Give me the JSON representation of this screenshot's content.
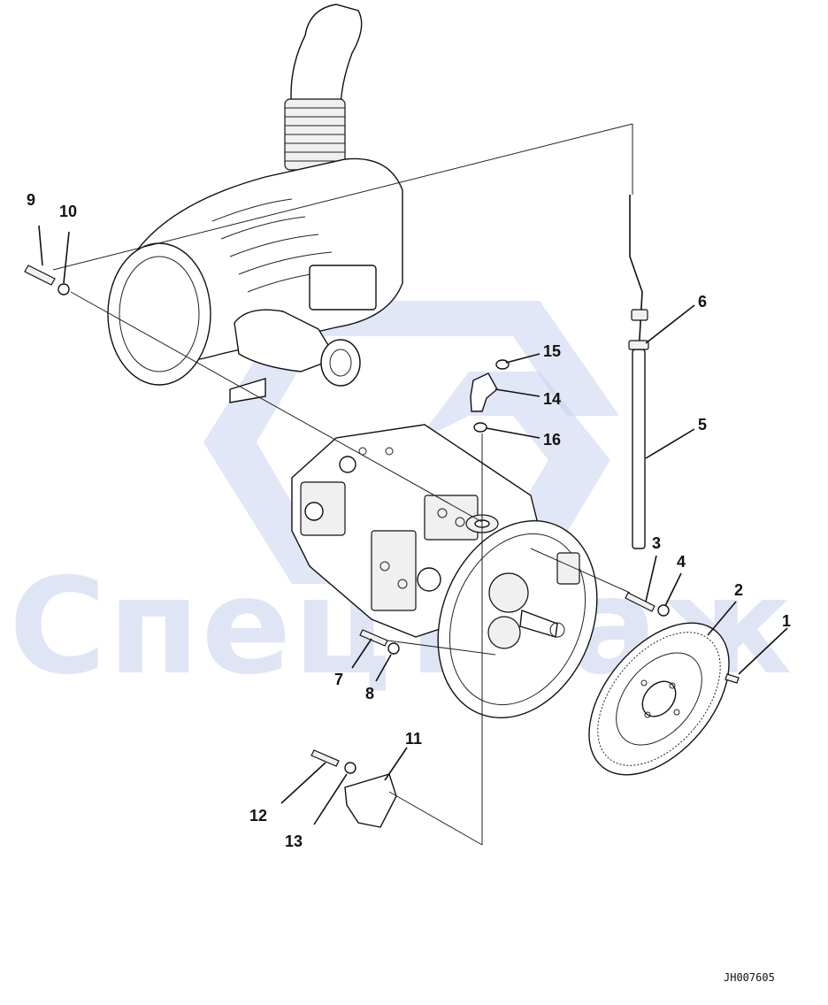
{
  "watermark": {
    "text": "Спецтраж",
    "color": "#b9c7ea"
  },
  "document_id": "JH007605",
  "callouts": [
    {
      "id": "c1",
      "label": "1"
    },
    {
      "id": "c2",
      "label": "2"
    },
    {
      "id": "c3",
      "label": "3"
    },
    {
      "id": "c4",
      "label": "4"
    },
    {
      "id": "c5",
      "label": "5"
    },
    {
      "id": "c6",
      "label": "6"
    },
    {
      "id": "c7",
      "label": "7"
    },
    {
      "id": "c8",
      "label": "8"
    },
    {
      "id": "c9",
      "label": "9"
    },
    {
      "id": "c10",
      "label": "10"
    },
    {
      "id": "c11",
      "label": "11"
    },
    {
      "id": "c12",
      "label": "12"
    },
    {
      "id": "c13",
      "label": "13"
    },
    {
      "id": "c14",
      "label": "14"
    },
    {
      "id": "c15",
      "label": "15"
    },
    {
      "id": "c16",
      "label": "16"
    }
  ]
}
